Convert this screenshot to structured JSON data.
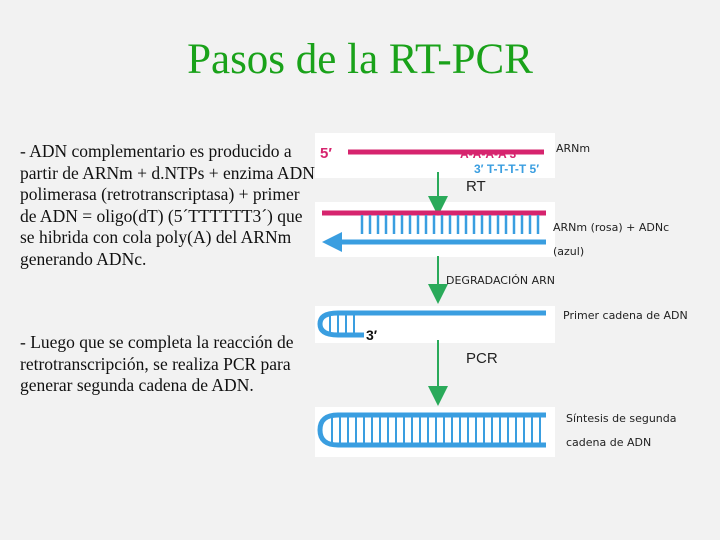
{
  "title": "Pasos de la RT-PCR",
  "paragraphs": {
    "p1": "- ADN complementario es producido a partir de ARNm + d.NTPs + enzima ADN polimerasa (retrotranscriptasa) + primer de ADN = oligo(dT) (5´TTTTTT3´) que se hibrida con cola poly(A) del ARNm generando ADNc.",
    "p2": "- Luego que se completa la reacción de retrotranscripción, se realiza PCR para generar segunda cadena de ADN."
  },
  "diagram": {
    "strand1": {
      "five_prime": "5′",
      "polyA": "A-A-A-A 3′",
      "primer": "3′ T-T-T-T 5′"
    },
    "strand3": {
      "three_prime": "3′"
    },
    "labels": {
      "arnm": "ARNm",
      "rt": "RT",
      "arnm_adnc": "ARNm (rosa) + ADNc",
      "azul": "(azul)",
      "degradacion": "DEGRADACIÓN ARN",
      "primer_cadena": "Primer cadena de ADN",
      "pcr": "PCR",
      "sintesis": "Síntesis de segunda",
      "cadena": "cadena de ADN"
    },
    "colors": {
      "rna": "#d6246e",
      "dna": "#3a9ee0",
      "arrow": "#2aaa5a",
      "title": "#1aa21a"
    }
  }
}
